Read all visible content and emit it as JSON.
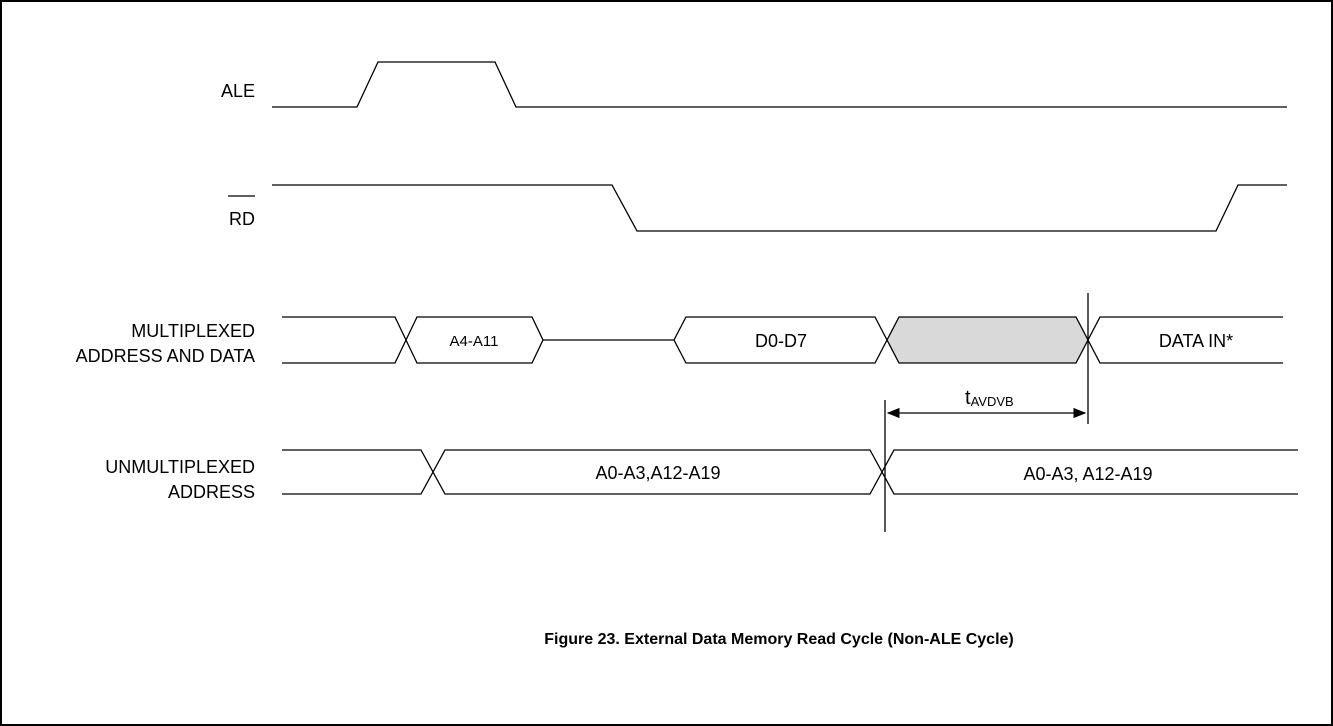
{
  "signals": {
    "ale": "ALE",
    "rd": "RD",
    "mux_line1": "MULTIPLEXED",
    "mux_line2": "ADDRESS AND DATA",
    "unmux_line1": "UNMULTIPLEXED",
    "unmux_line2": "ADDRESS"
  },
  "mux_segments": {
    "a4_a11": "A4-A11",
    "d0_d7": "D0-D7",
    "data_in": "DATA IN*"
  },
  "unmux_segments": {
    "first": "A0-A3,A12-A19",
    "second": "A0-A3, A12-A19"
  },
  "timing": {
    "param_main": "t",
    "param_sub": "AVDVB"
  },
  "caption": "Figure 23. External Data Memory Read Cycle (Non-ALE Cycle)",
  "colors": {
    "line": "#000000",
    "shaded_region": "#d9d9d9",
    "background": "#ffffff"
  }
}
